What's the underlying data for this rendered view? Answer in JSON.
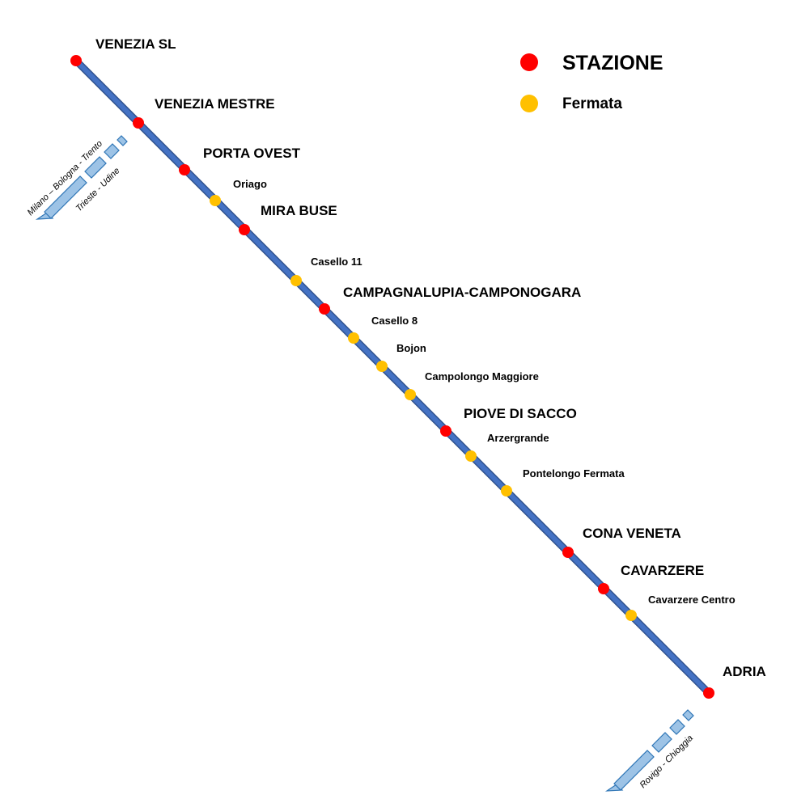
{
  "legend": {
    "station_label": "STAZIONE",
    "stop_label": "Fermata",
    "station_color": "#ff0000",
    "stop_color": "#ffc000"
  },
  "line": {
    "color": "#4472c4",
    "outline_color": "#2f528f"
  },
  "connections": {
    "north_primary": "Milano – Bologna - Trento",
    "north_secondary": "Trieste - Udine",
    "south": "Rovigo - Chioggia",
    "arrow_fill": "#9dc3e6",
    "arrow_stroke": "#2e75b6"
  },
  "stations": [
    {
      "name": "VENEZIA SL",
      "type": "station"
    },
    {
      "name": "VENEZIA MESTRE",
      "type": "station"
    },
    {
      "name": "PORTA OVEST",
      "type": "station"
    },
    {
      "name": "Oriago",
      "type": "stop"
    },
    {
      "name": "MIRA BUSE",
      "type": "station"
    },
    {
      "name": "Casello 11",
      "type": "stop"
    },
    {
      "name": "CAMPAGNALUPIA-CAMPONOGARA",
      "type": "station"
    },
    {
      "name": "Casello 8",
      "type": "stop"
    },
    {
      "name": "Bojon",
      "type": "stop"
    },
    {
      "name": "Campolongo Maggiore",
      "type": "stop"
    },
    {
      "name": "PIOVE DI SACCO",
      "type": "station"
    },
    {
      "name": "Arzergrande",
      "type": "stop"
    },
    {
      "name": "Pontelongo Fermata",
      "type": "stop"
    },
    {
      "name": "CONA VENETA",
      "type": "station"
    },
    {
      "name": "CAVARZERE",
      "type": "station"
    },
    {
      "name": "Cavarzere Centro",
      "type": "stop"
    },
    {
      "name": "ADRIA",
      "type": "station"
    }
  ]
}
